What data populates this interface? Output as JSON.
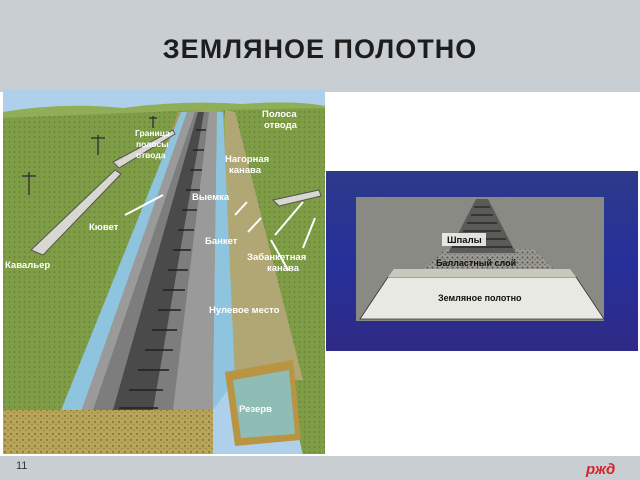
{
  "slide": {
    "title": "ЗЕМЛЯНОЕ  ПОЛОТНО",
    "page_number": "11",
    "colors": {
      "header_bg": "#c9ced3",
      "logo_red": "#d8232a"
    }
  },
  "left_diagram": {
    "labels": {
      "polosa": "Полоса",
      "otvoda": "отвода",
      "granica_1": "Граница",
      "granica_2": "полосы",
      "granica_3": "отвода",
      "nagornaya_1": "Нагорная",
      "nagornaya_2": "канава",
      "vyemka": "Выемка",
      "kyuvet": "Кювет",
      "banket": "Банкет",
      "zabanket_1": "Забанкетная",
      "zabanket_2": "канава",
      "kavaler": "Кавальер",
      "nulevoe": "Нулевое место",
      "rezerv": "Резерв"
    }
  },
  "right_diagram": {
    "labels": {
      "shpaly": "Шпалы",
      "ballast": "Балластный  слой",
      "zemlyanoe": "Земляное  полотно"
    }
  },
  "logo": {
    "icon": "rzd-logo-icon"
  }
}
